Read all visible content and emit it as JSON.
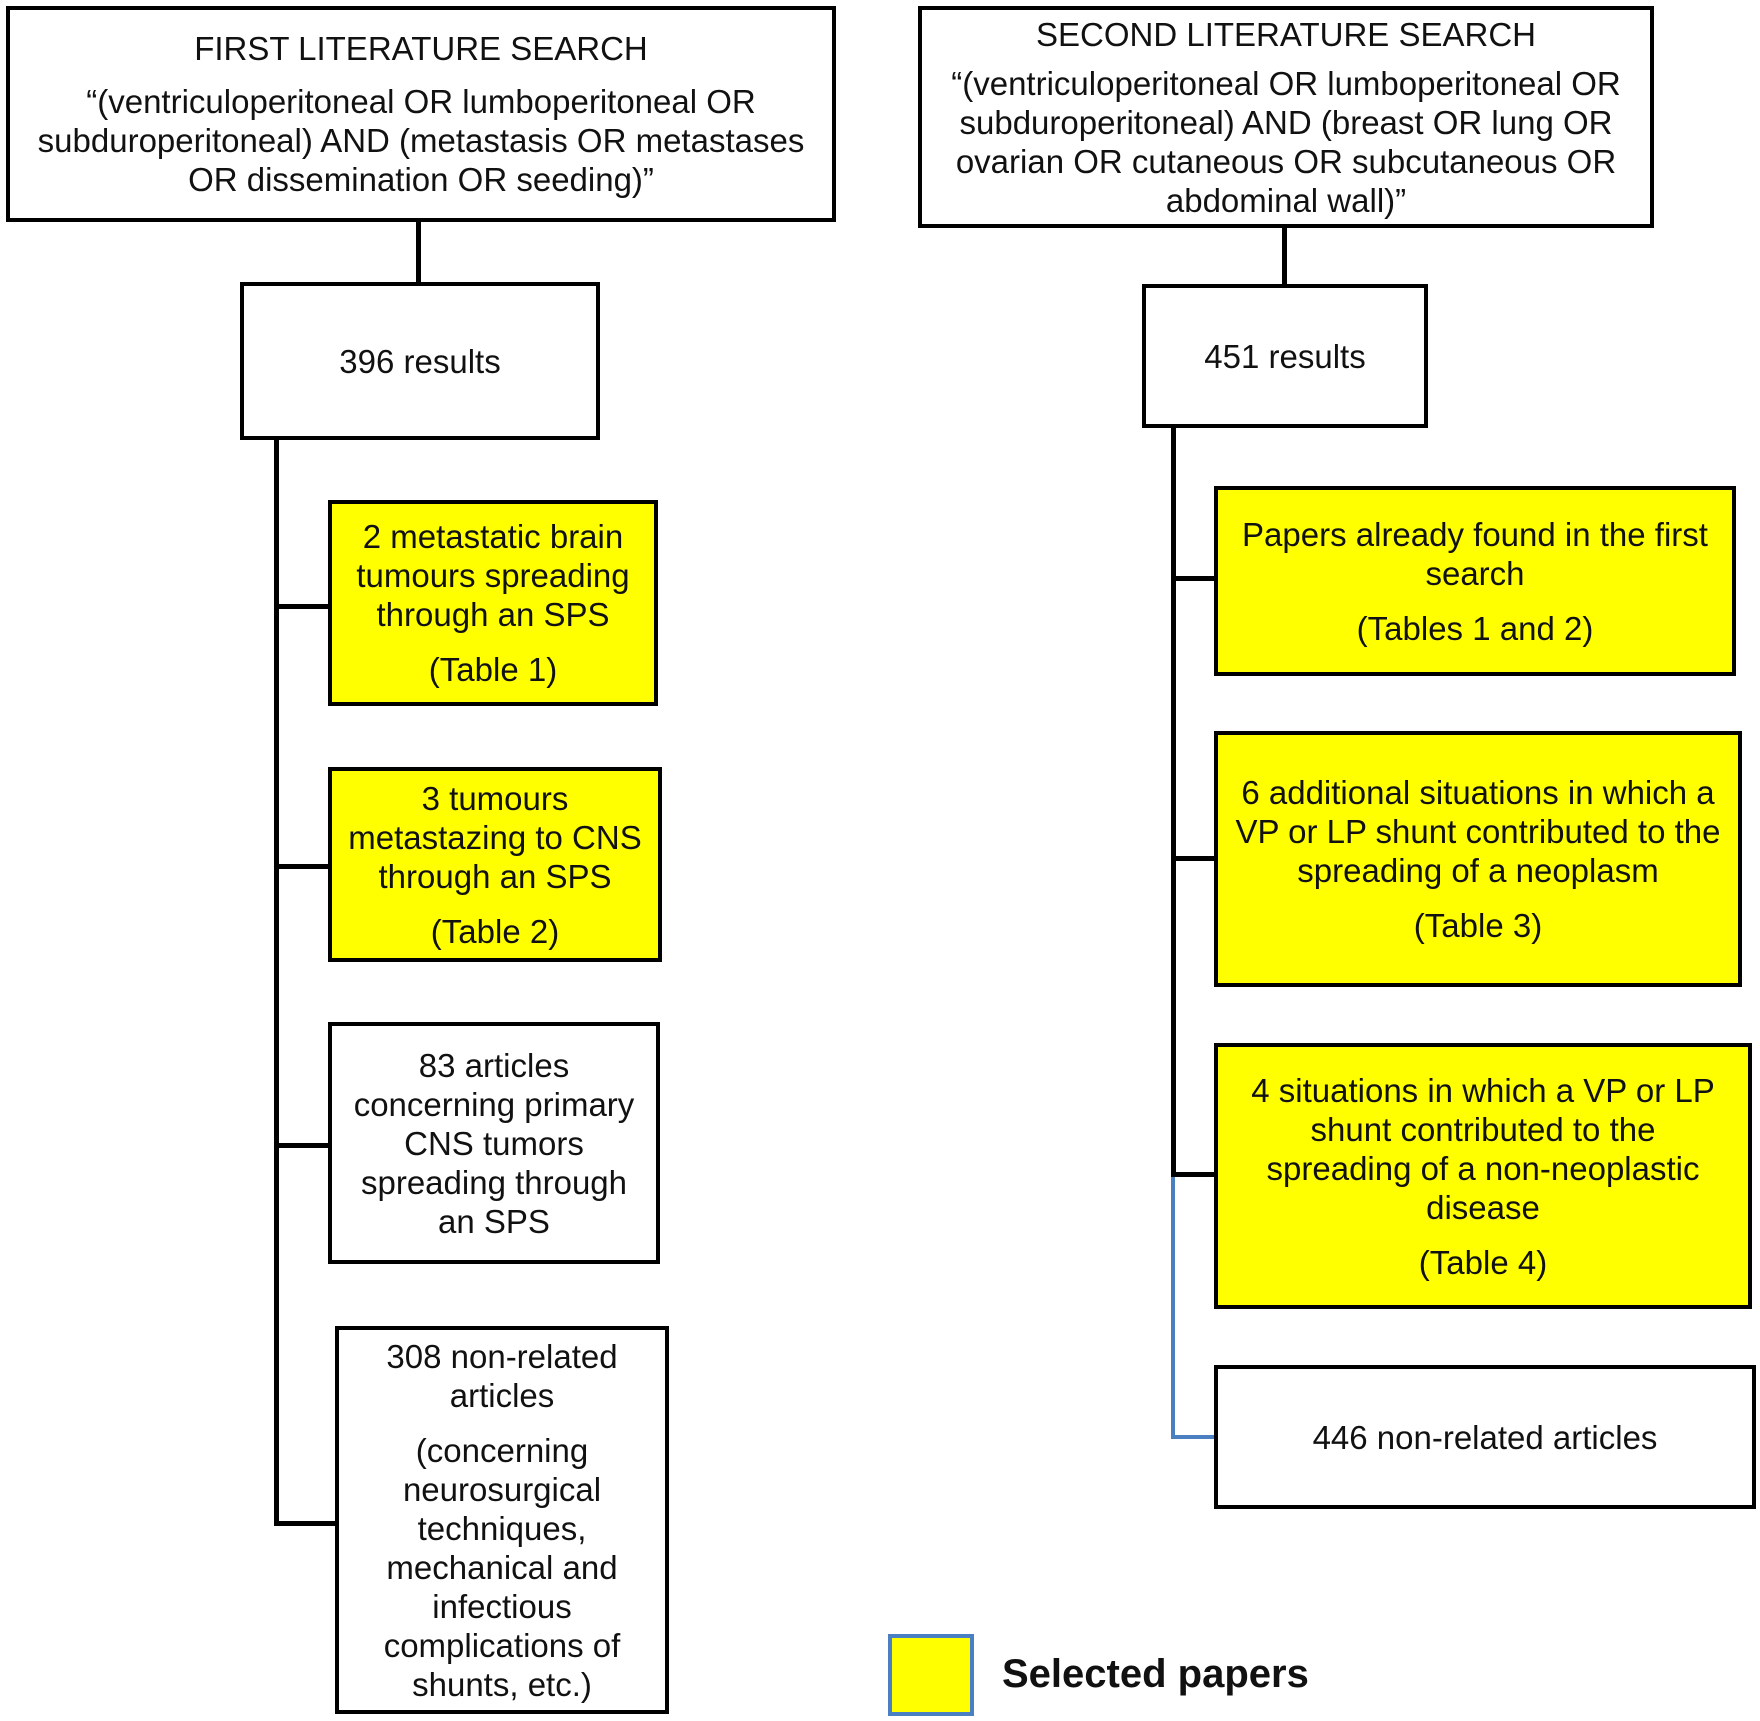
{
  "first_search": {
    "title": "FIRST LITERATURE SEARCH",
    "query": "“(ventriculoperitoneal OR lumboperitoneal OR subduroperitoneal) AND (metastasis OR metastases OR dissemination OR seeding)”",
    "results": "396 results",
    "branches": [
      {
        "text": "2 metastatic brain tumours spreading through an SPS",
        "note": "(Table 1)",
        "selected": true
      },
      {
        "text": "3 tumours metastazing to CNS through an SPS",
        "note": "(Table 2)",
        "selected": true
      },
      {
        "text": "83 articles concerning primary CNS tumors spreading through an SPS",
        "note": "",
        "selected": false
      },
      {
        "text": "308 non-related articles",
        "note": "(concerning neurosurgical techniques, mechanical and infectious complications of shunts, etc.)",
        "selected": false
      }
    ]
  },
  "second_search": {
    "title": "SECOND LITERATURE SEARCH",
    "query": "“(ventriculoperitoneal OR lumboperitoneal OR subduroperitoneal) AND (breast OR lung OR ovarian OR cutaneous OR subcutaneous OR abdominal wall)”",
    "results": "451 results",
    "branches": [
      {
        "text": "Papers already found in the first search",
        "note": "(Tables 1 and 2)",
        "selected": true
      },
      {
        "text": "6 additional situations in which a VP or LP shunt contributed to the spreading of a neoplasm",
        "note": "(Table 3)",
        "selected": true
      },
      {
        "text": "4 situations in which a VP or LP shunt contributed to the spreading of a non-neoplastic disease",
        "note": "(Table 4)",
        "selected": true
      },
      {
        "text": "446 non-related articles",
        "note": "",
        "selected": false
      }
    ]
  },
  "legend": {
    "label": "Selected papers",
    "swatch_color": "#ffff00",
    "border_color": "#4a7fc1"
  }
}
